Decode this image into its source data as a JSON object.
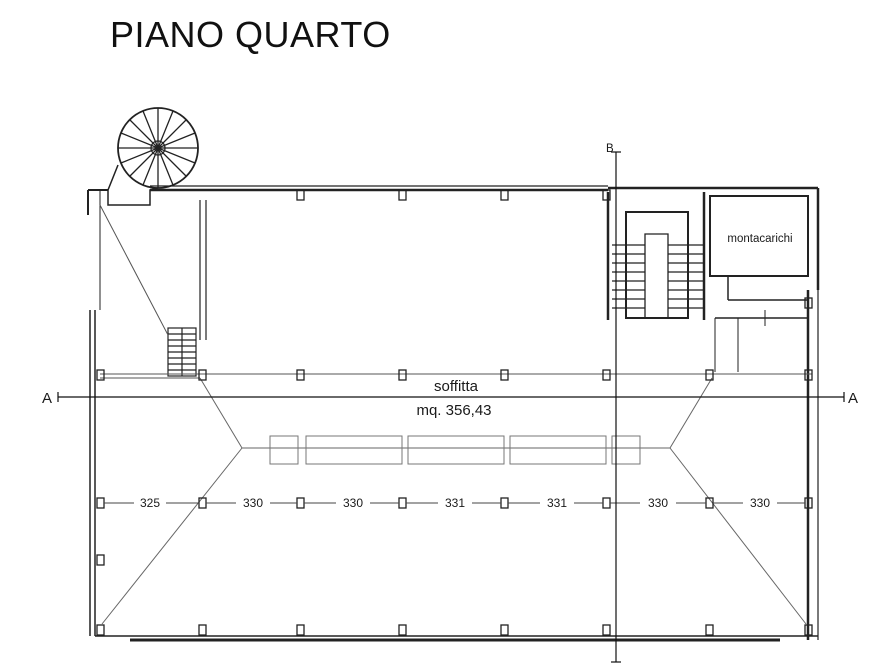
{
  "title": "PIANO QUARTO",
  "section_marks": {
    "horizontal": "A",
    "vertical": "B"
  },
  "rooms": {
    "attic_label": "soffitta",
    "attic_area": "mq. 356,43",
    "lift_label": "montacarichi"
  },
  "dimensions": [
    "325",
    "330",
    "330",
    "331",
    "331",
    "330",
    "330"
  ]
}
